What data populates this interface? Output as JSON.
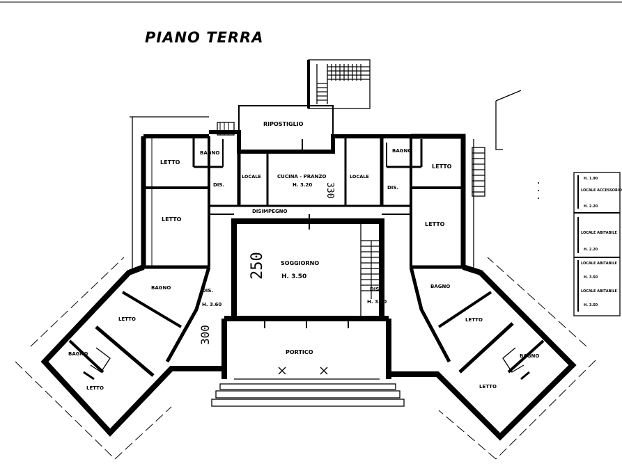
{
  "plan": {
    "title": "PIANO TERRA",
    "rooms": {
      "ripostiglio": "RIPOSTIGLIO",
      "letto_top_left": "LETTO",
      "bagno_top_left": "BAGNO",
      "dis_left": "DIS.",
      "letto_left": "LETTO",
      "locale_left": "LOCALE",
      "cucina_center": "CUCINA - PRANZO",
      "cucina_height": "H. 3.20",
      "cucina_number": "330",
      "locale_right": "LOCALE",
      "bagno_top_right": "BAGNO",
      "letto_top_right": "LETTO",
      "dis_right": "DIS.",
      "letto_right": "LETTO",
      "disimpegno": "DISIMPEGNO",
      "soggiorno": "SOGGIORNO",
      "soggiorno_height": "H. 3.50",
      "soggiorno_number": "250",
      "bagno_left_wing": "BAGNO",
      "dis_left_wing": "DIS.",
      "dis_left_wing_height": "H. 3.60",
      "dis_left_wing_number": "300",
      "letto_left_wing": "LETTO",
      "bagno_left_tip": "BAGNO",
      "letto_left_tip": "LETTO",
      "dis_right_wing": "DIS.",
      "dis_right_wing_height": "H. 3.60",
      "bagno_right_wing": "BAGNO",
      "letto_right_wing": "LETTO",
      "bagno_right_tip": "BAGNO",
      "letto_right_tip": "LETTO",
      "portico": "PORTICO"
    },
    "legend": [
      "H. 1.90",
      "LOCALE ACCESSORIO",
      "H. 2.20",
      "LOCALE ABITABILE",
      "H. 2.20",
      "LOCALE ABITABILE",
      "H. 3.50",
      "LOCALE ABITABILE",
      "H. 3.50"
    ]
  }
}
